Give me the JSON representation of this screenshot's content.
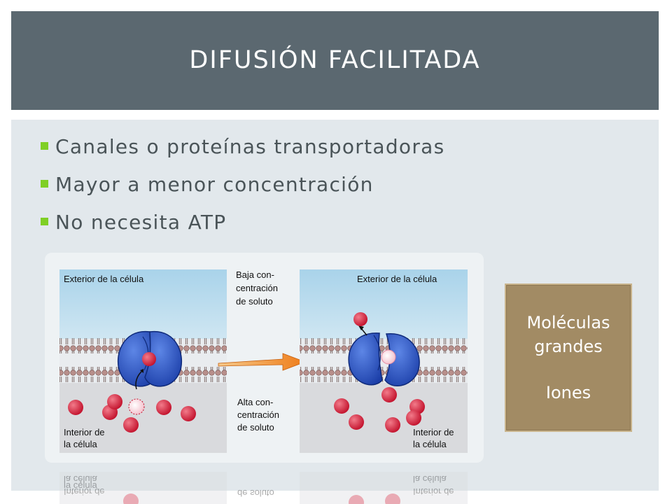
{
  "slide": {
    "title": "DIFUSIÓN FACILITADA",
    "bullets": [
      "Canales o proteínas transportadoras",
      "Mayor a menor concentración",
      "No necesita ATP"
    ],
    "accent_color": "#7fcf25",
    "title_bar_color": "#5b6870"
  },
  "figure": {
    "left_panel": {
      "top_label": "Exterior de la célula",
      "bottom_label_1": "Interior de",
      "bottom_label_2": "la célula"
    },
    "middle": {
      "low_1": "Baja con-",
      "low_2": "centración",
      "low_3": "de soluto",
      "high_1": "Alta con-",
      "high_2": "centración",
      "high_3": "de soluto"
    },
    "right_panel": {
      "top_label": "Exterior de la célula",
      "bottom_label_1": "Interior de",
      "bottom_label_2": "la célula"
    },
    "reflection": {
      "left_1": "la célula",
      "left_2": "Interior de",
      "mid": "de soluto",
      "right_1": "la célula",
      "right_2": "Interior de"
    }
  },
  "side_box": {
    "line1": "Moléculas",
    "line2": "grandes",
    "line3": "Iones",
    "color": "#a28b64"
  }
}
